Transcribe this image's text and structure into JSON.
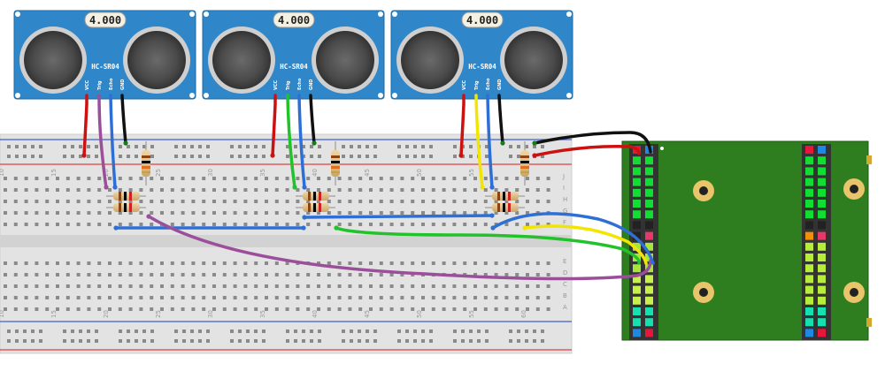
{
  "sensors": [
    {
      "crystal": "4.000",
      "model": "HC-SR04",
      "pins": [
        "VCC",
        "Trig",
        "Echo",
        "GND"
      ]
    },
    {
      "crystal": "4.000",
      "model": "HC-SR04",
      "pins": [
        "VCC",
        "Trig",
        "Echo",
        "GND"
      ]
    },
    {
      "crystal": "4.000",
      "model": "HC-SR04",
      "pins": [
        "VCC",
        "Trig",
        "Echo",
        "GND"
      ]
    }
  ],
  "breadboard": {
    "column_numbers": [
      "10",
      "15",
      "20",
      "25",
      "30",
      "35",
      "40",
      "45",
      "50",
      "55",
      "60"
    ],
    "row_letters_top": [
      "J",
      "I",
      "H",
      "G",
      "F"
    ],
    "row_letters_bottom": [
      "E",
      "D",
      "C",
      "B",
      "A"
    ]
  },
  "wire_colors": {
    "vcc": "#cc1111",
    "gnd": "#111111",
    "trig_1": "#9b4f9b",
    "trig_2": "#22c22a",
    "trig_3": "#f2e600",
    "echo": "#2e6fd6",
    "cross_purple": "#9b4f9b",
    "cross_green": "#22c22a",
    "cross_yellow": "#f2e600",
    "cross_blue": "#2e6fd6"
  },
  "colors": {
    "sensor_board": "#2f86c8",
    "transducer": "#555555",
    "board_pcb": "#2e7d1e",
    "breadboard": "#e6e6e6",
    "rail_red": "#e04040",
    "rail_blue": "#4060d0"
  }
}
